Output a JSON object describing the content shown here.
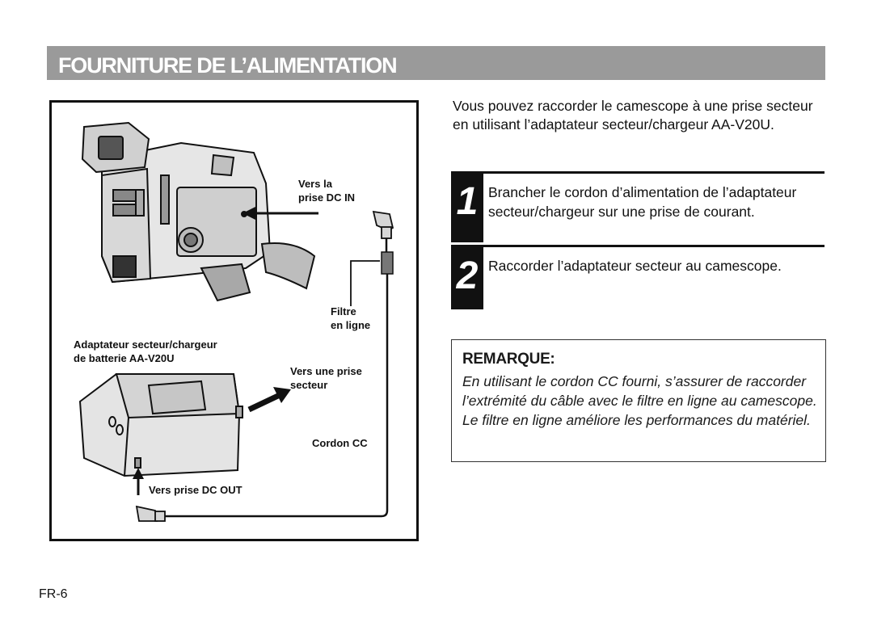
{
  "header": {
    "title": "FOURNITURE DE L’ALIMENTATION"
  },
  "figure": {
    "labels": {
      "dc_in": [
        "Vers la",
        "prise DC IN"
      ],
      "filter": [
        "Filtre",
        "en ligne"
      ],
      "adapter": [
        "Adaptateur secteur/chargeur",
        "de batterie AA-V20U"
      ],
      "outlet": [
        "Vers une prise",
        "secteur"
      ],
      "cord": "Cordon CC",
      "dc_out": "Vers prise DC OUT"
    }
  },
  "intro": "Vous pouvez raccorder le camescope à une prise secteur en utilisant l’adaptateur secteur/chargeur AA-V20U.",
  "steps": [
    {
      "number": "1",
      "text": "Brancher le cordon d’alimentation de l’adaptateur secteur/chargeur sur une prise de courant."
    },
    {
      "number": "2",
      "text": "Raccorder l’adaptateur secteur au camescope."
    }
  ],
  "remark": {
    "title": "REMARQUE:",
    "text": "En utilisant le cordon CC fourni, s’assurer de raccorder l’extrémité du câble avec le filtre en ligne au camescope. Le filtre en ligne améliore les performances du matériel."
  },
  "page_number": "FR-6"
}
